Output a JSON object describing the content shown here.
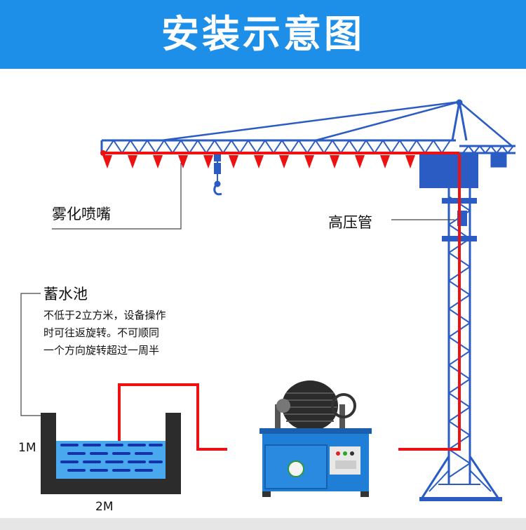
{
  "header": {
    "title": "安装示意图"
  },
  "labels": {
    "spray_nozzle": "雾化喷嘴",
    "high_pressure_hose": "高压管",
    "reservoir": "蓄水池",
    "reservoir_note_lines": [
      "不低于2立方米，设备操作",
      "时可往返旋转。不可顺同",
      "一个方向旋转超过一周半"
    ],
    "height_dim": "1M",
    "width_dim": "2M"
  },
  "colors": {
    "banner": "#1e8fe8",
    "crane": "#2a5cc4",
    "pipe": "#ee1111",
    "tank_wall": "#2c2c2c",
    "water": "#4aa8ee",
    "machine_body": "#1f7fd6"
  }
}
